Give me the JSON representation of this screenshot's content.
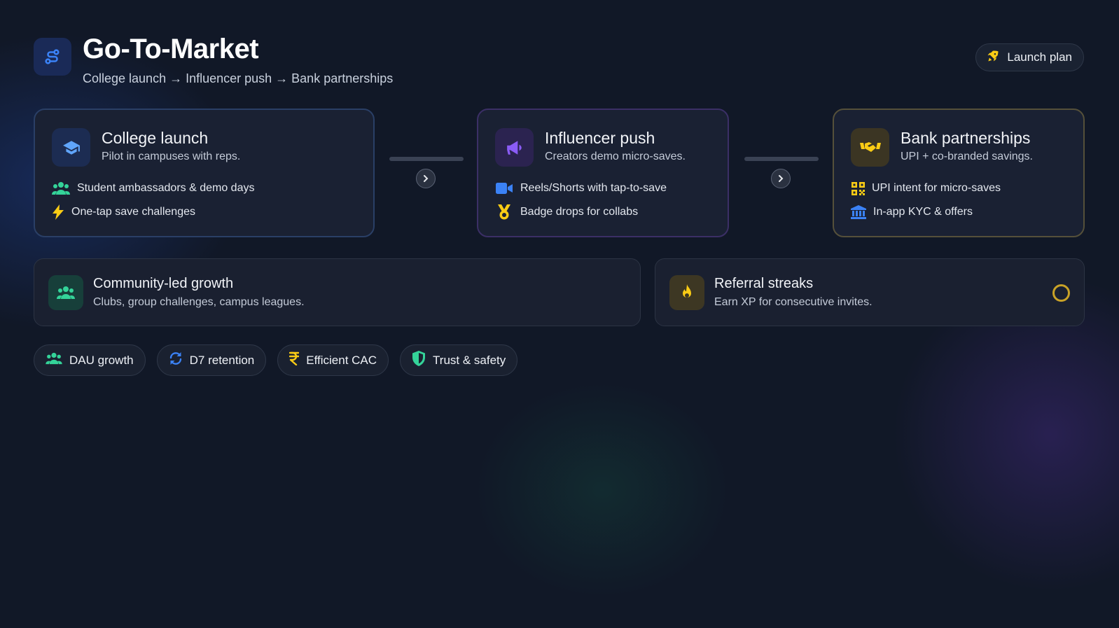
{
  "header": {
    "title": "Go-To-Market",
    "subtitle": "College launch → Influencer push → Bank partnerships",
    "icon": "route-icon"
  },
  "actions": {
    "launch_plan_label": "Launch plan",
    "launch_plan_icon": "rocket-icon"
  },
  "stages": [
    {
      "title": "College launch",
      "description": "Pilot in campuses with reps.",
      "icon": "graduation-cap-icon",
      "accent": "#3b82f6",
      "items": [
        {
          "label": "Student ambassadors & demo days",
          "icon": "users-icon"
        },
        {
          "label": "One-tap save challenges",
          "icon": "bolt-icon"
        }
      ]
    },
    {
      "title": "Influencer push",
      "description": "Creators demo micro-saves.",
      "icon": "megaphone-icon",
      "accent": "#8b5cf6",
      "items": [
        {
          "label": "Reels/Shorts with tap-to-save",
          "icon": "video-icon"
        },
        {
          "label": "Badge drops for collabs",
          "icon": "medal-icon"
        }
      ]
    },
    {
      "title": "Bank partnerships",
      "description": "UPI + co-branded savings.",
      "icon": "handshake-icon",
      "accent": "#eab308",
      "items": [
        {
          "label": "UPI intent for micro-saves",
          "icon": "qr-code-icon"
        },
        {
          "label": "In-app KYC & offers",
          "icon": "bank-icon"
        }
      ]
    }
  ],
  "highlights": {
    "community": {
      "title": "Community-led growth",
      "description": "Clubs, group challenges, campus leagues.",
      "icon": "users-icon"
    },
    "referral": {
      "title": "Referral streaks",
      "description": "Earn XP for consecutive invites.",
      "icon": "fire-icon"
    }
  },
  "metrics": [
    {
      "label": "DAU growth",
      "icon": "users-icon"
    },
    {
      "label": "D7 retention",
      "icon": "refresh-icon"
    },
    {
      "label": "Efficient CAC",
      "icon": "rupee-icon"
    },
    {
      "label": "Trust & safety",
      "icon": "shield-icon"
    }
  ]
}
